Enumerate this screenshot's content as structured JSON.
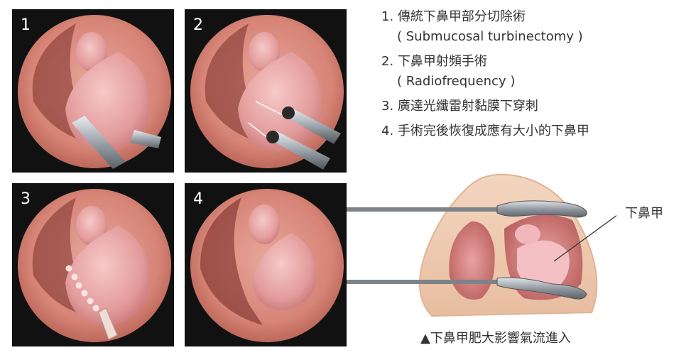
{
  "panels": [
    {
      "number": "1"
    },
    {
      "number": "2"
    },
    {
      "number": "3"
    },
    {
      "number": "4"
    }
  ],
  "steps": [
    {
      "title": "1. 傳統下鼻甲部分切除術",
      "sub": "( Submucosal turbinectomy )"
    },
    {
      "title": "2. 下鼻甲射頻手術",
      "sub": "( Radiofrequency )"
    },
    {
      "title": "3. 廣達光纖雷射黏膜下穿刺",
      "sub": ""
    },
    {
      "title": "4. 手術完後恢復成應有大小的下鼻甲",
      "sub": ""
    }
  ],
  "nose": {
    "label": "下鼻甲",
    "caption": "▲下鼻甲肥大影響氣流進入"
  },
  "colors": {
    "panel_bg": "#111111",
    "tissue": "#d98a7c",
    "turbinate": "#e9a8a8",
    "skin": "#f2cfb5",
    "instrument": "#8a9098"
  }
}
